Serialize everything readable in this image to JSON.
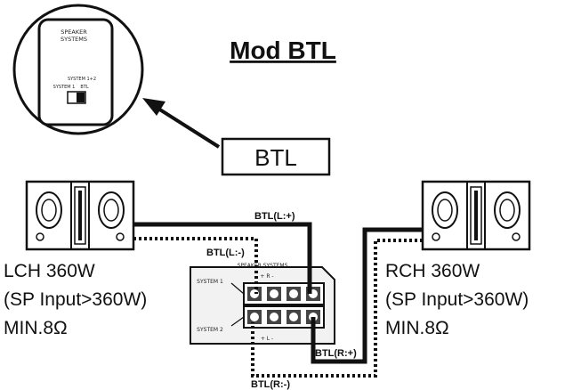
{
  "title": "Mod BTL",
  "btl_box_label": "BTL",
  "inset": {
    "panel_title_line1": "SPEAKER",
    "panel_title_line2": "SYSTEMS",
    "switch_label_top": "SYSTEM 1+2",
    "switch_label_left": "SYSTEM 1",
    "switch_label_right": "BTL"
  },
  "amp_panel": {
    "title": "SPEAKER SYSTEMS",
    "system1_label": "SYSTEM 1",
    "system2_label": "SYSTEM 2",
    "top_marks": "+ R -",
    "bottom_marks": "+ L -"
  },
  "wires": {
    "left_positive": "BTL(L:+)",
    "left_negative": "BTL(L:-)",
    "right_positive": "BTL(R:+)",
    "right_negative": "BTL(R:-)"
  },
  "left_speaker": {
    "line1": "LCH 360W",
    "line2": "(SP Input>360W)",
    "line3": "MIN.8Ω"
  },
  "right_speaker": {
    "line1": "RCH 360W",
    "line2": "(SP Input>360W)",
    "line3": "MIN.8Ω"
  },
  "colors": {
    "line": "#111111",
    "panel_fill": "#f2f2f2",
    "terminal_fill": "#444444"
  }
}
